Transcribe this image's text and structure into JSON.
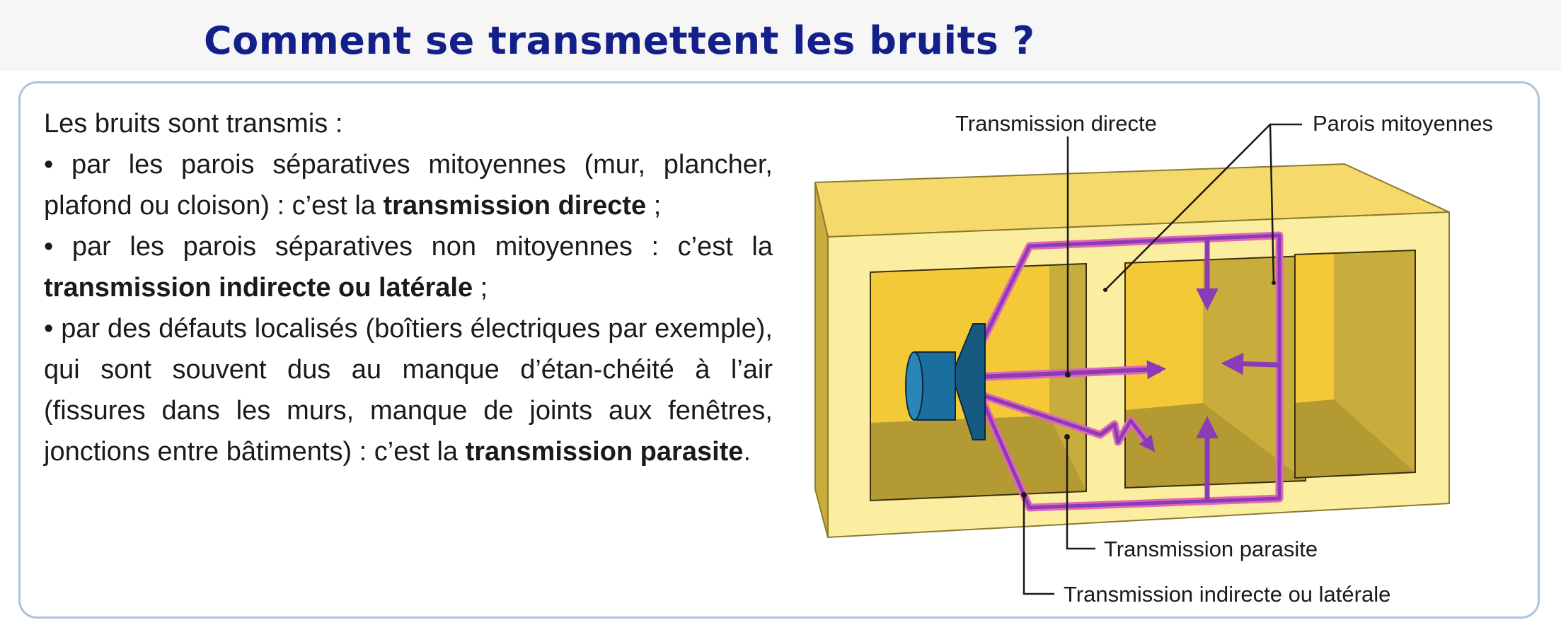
{
  "title": "Comment se transmettent les bruits ?",
  "text": {
    "intro": "Les bruits sont transmis :",
    "item1_pre": "• par les parois séparatives mitoyennes (mur, plancher, plafond ou cloison) : c’est la ",
    "item1_bold": "transmission directe",
    "item1_post": " ;",
    "item2_pre": "• par les parois séparatives non mitoyennes : c’est la ",
    "item2_bold": "transmission indirecte ou latérale",
    "item2_post": " ;",
    "item3_pre": "• par des défauts localisés (boîtiers électriques par exemple), qui sont souvent dus au manque d’étan-chéité à l’air (fissures dans les murs, manque de joints aux fenêtres, jonctions entre bâtiments) : c’est la ",
    "item3_bold": "transmission parasite",
    "item3_post": "."
  },
  "diagram": {
    "labels": {
      "direct": "Transmission directe",
      "walls": "Parois mitoyennes",
      "parasitic": "Transmission parasite",
      "lateral": "Transmission indirecte ou latérale"
    },
    "colors": {
      "wall_face": "#fbeea0",
      "wall_top": "#f5d96a",
      "room_back": "#f3c938",
      "room_floor": "#b39a33",
      "room_side": "#c9ad3c",
      "arrow": "#8a3bb8",
      "arrow_glow": "#e266b8",
      "speaker": "#1b6f9e"
    }
  }
}
